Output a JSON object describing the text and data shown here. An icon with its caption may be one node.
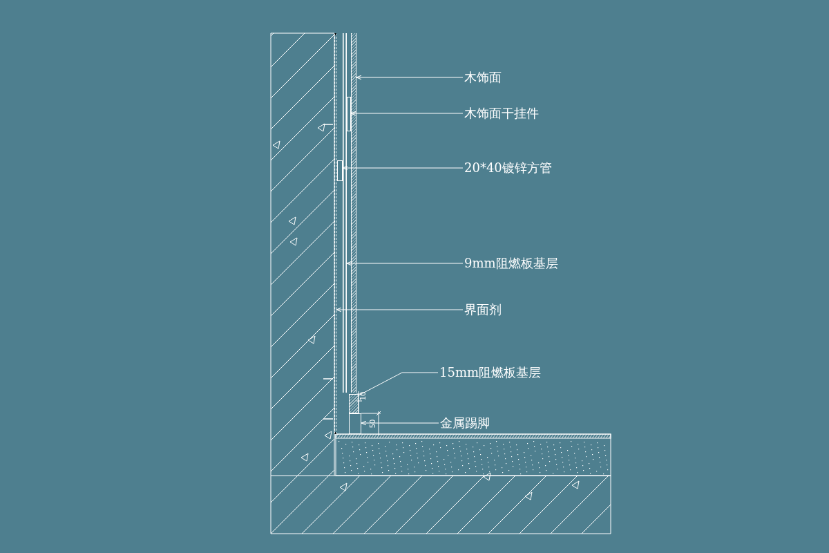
{
  "diagram": {
    "nodes": [
      {
        "text": [
          "木饰面"
        ]
      },
      {
        "text": [
          "木饰面干挂件"
        ]
      },
      {
        "text": [
          "20*40镀锌方管"
        ]
      },
      {
        "text": [
          "9mm阻燃板基层"
        ]
      },
      {
        "text": [
          "界面剂"
        ]
      },
      {
        "text": [
          "15mm阻燃板基层"
        ]
      },
      {
        "text": [
          "金属踢脚"
        ]
      },
      {
        "text": [],
        "shape": "bar"
      },
      {
        "text": [],
        "shape": "box"
      },
      {
        "text": [],
        "shape": "bar"
      },
      {
        "text": [],
        "shape": "box"
      },
      {
        "text": [],
        "shape": "box"
      },
      {
        "text": [],
        "shape": "box"
      },
      {
        "text": [],
        "shape": "bar"
      }
    ],
    "edges": [
      {
        "from": 0,
        "to": 13,
        "arrow": "to"
      },
      {
        "from": 1,
        "to": 10,
        "arrow": "to"
      },
      {
        "from": 2,
        "to": 8,
        "arrow": "to"
      },
      {
        "from": 3,
        "to": 9,
        "arrow": "to"
      },
      {
        "from": 4,
        "to": 7,
        "arrow": "to"
      },
      {
        "from": 5,
        "to": 11,
        "arrow": "none"
      },
      {
        "from": 6,
        "to": 12,
        "arrow": "to"
      }
    ],
    "labels": [
      "10",
      "50"
    ]
  }
}
